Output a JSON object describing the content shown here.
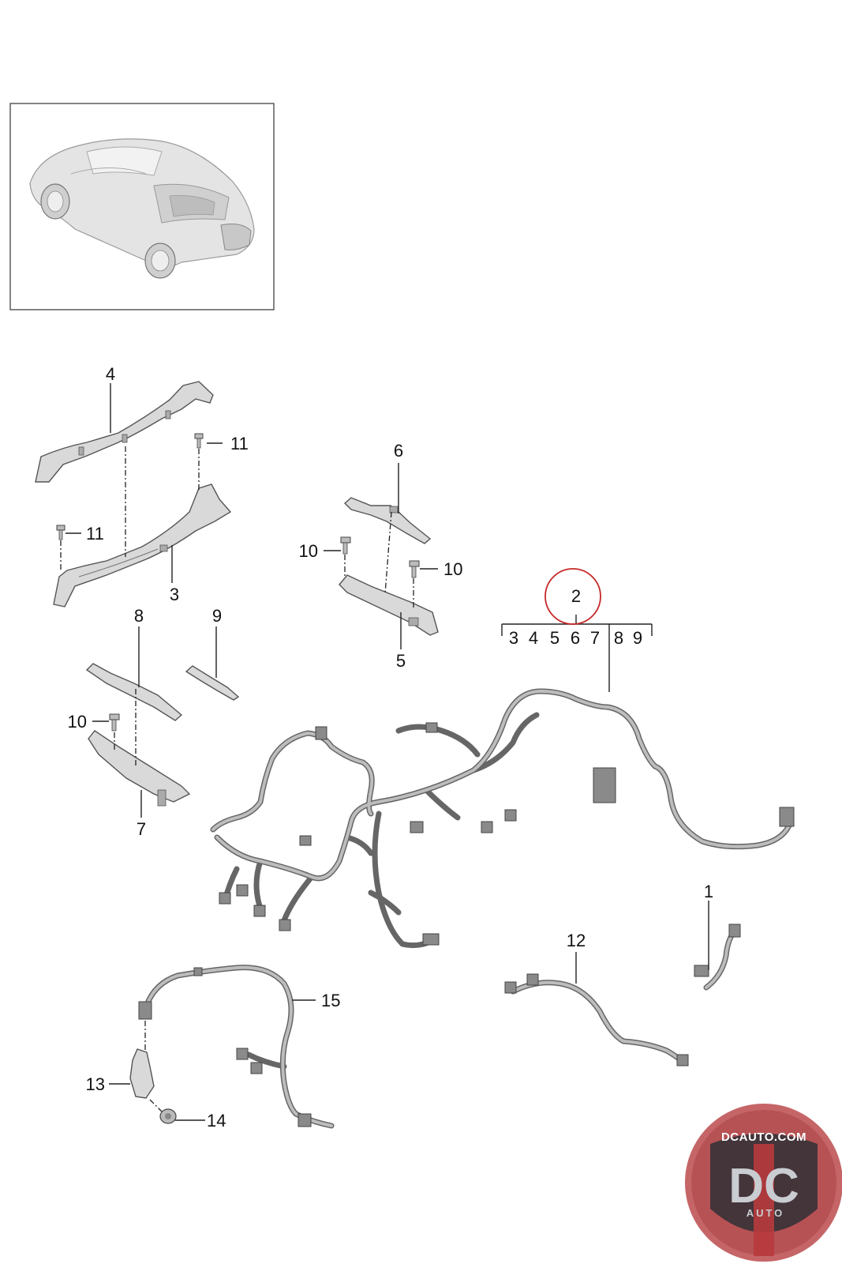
{
  "callouts": {
    "c1": "1",
    "c2": "2",
    "c3": "3",
    "c4": "4",
    "c5": "5",
    "c6": "6",
    "c7": "7",
    "c8": "8",
    "c9": "9",
    "c10a": "10",
    "c10b": "10",
    "c10c": "10",
    "c11a": "11",
    "c11b": "11",
    "c12": "12",
    "c13": "13",
    "c14": "14",
    "c15": "15"
  },
  "group_2_items": [
    "3",
    "4",
    "5",
    "6",
    "7",
    "8",
    "9"
  ],
  "highlight": {
    "item": "2",
    "color": "#c62828"
  },
  "watermark": {
    "site": "DCAUTO.COM",
    "mark": "DC",
    "sub": "AUTO"
  },
  "colors": {
    "line": "#222222",
    "part_fill": "#d9d9d9",
    "wire": "#666666"
  }
}
